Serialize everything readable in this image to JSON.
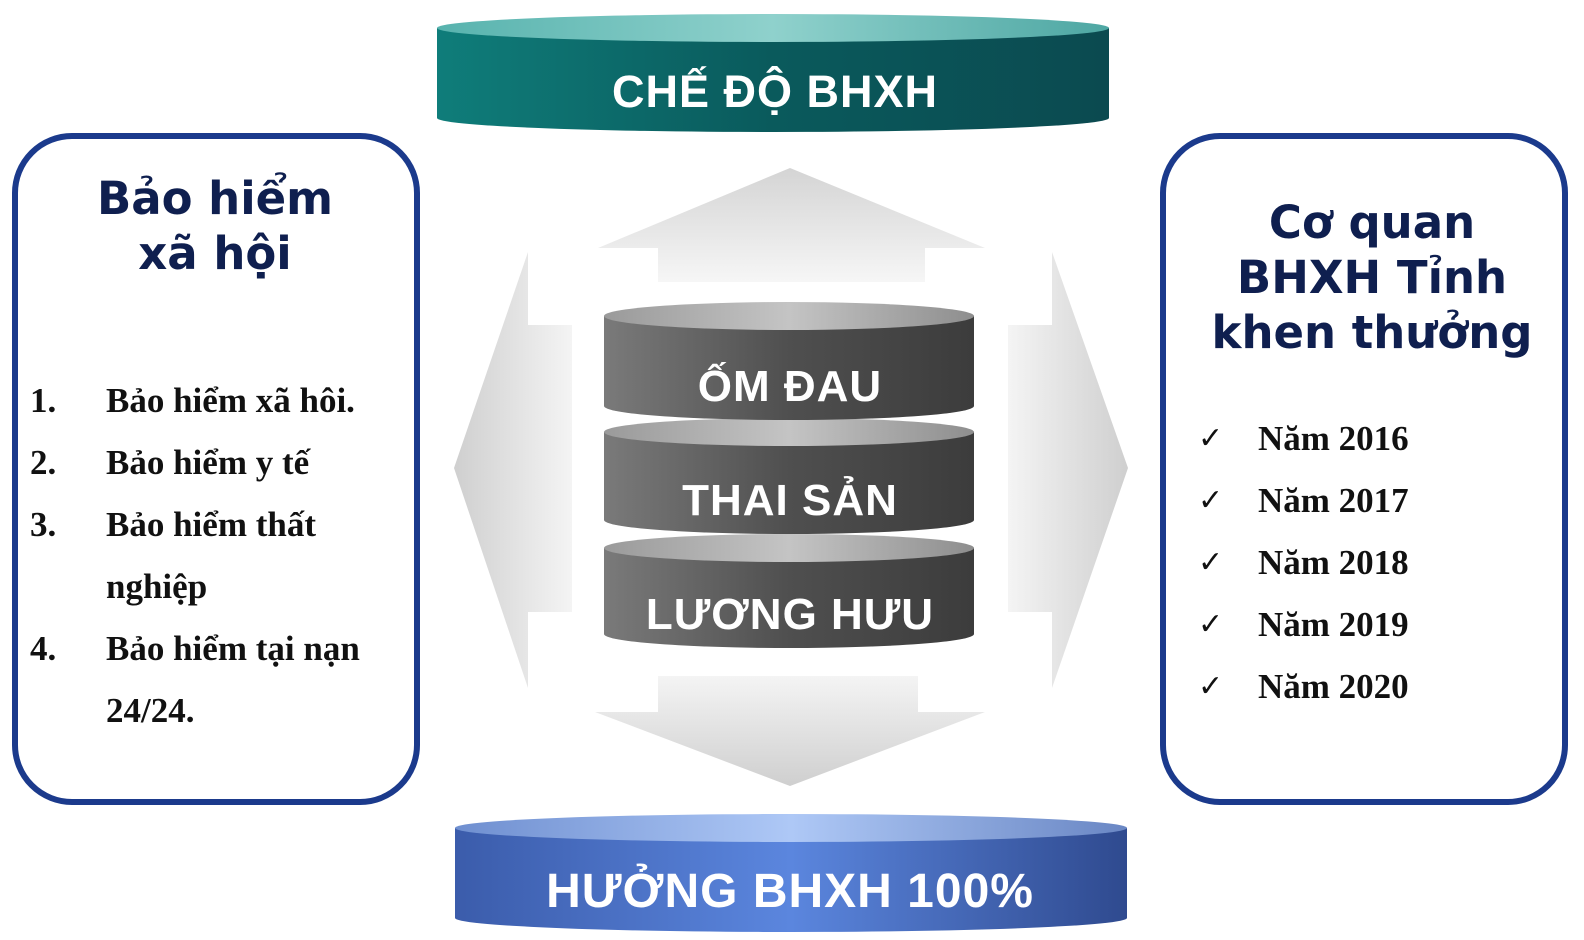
{
  "top_cylinder": {
    "label": "CHẾ ĐỘ BHXH",
    "color": "#0e6b6b"
  },
  "bottom_cylinder": {
    "label": "HƯỞNG BHXH 100%",
    "color": "#3a5fb0"
  },
  "stack": {
    "color": "#555555",
    "items": [
      "ỐM ĐAU",
      "THAI SẢN",
      "LƯƠNG HƯU"
    ]
  },
  "arrows": {
    "color": "#d9d9d9",
    "directions": [
      "up",
      "down",
      "left",
      "right"
    ]
  },
  "left_panel": {
    "title_lines": [
      "Bảo hiểm",
      "xã hội"
    ],
    "items": [
      {
        "num": "1.",
        "text": "Bảo hiểm xã hôi."
      },
      {
        "num": "2.",
        "text": "Bảo hiểm y tế"
      },
      {
        "num": "3.",
        "text": "Bảo hiểm thất nghiệp"
      },
      {
        "num": "4.",
        "text": "Bảo hiểm tại nạn 24/24."
      }
    ],
    "border_color": "#1b3a8c"
  },
  "right_panel": {
    "title_lines": [
      "Cơ quan",
      "BHXH Tỉnh",
      "khen thưởng"
    ],
    "check_icon": "check-mark-icon",
    "items": [
      "Năm 2016",
      "Năm 2017",
      "Năm 2018",
      "Năm 2019",
      "Năm 2020"
    ],
    "border_color": "#1b3a8c"
  }
}
